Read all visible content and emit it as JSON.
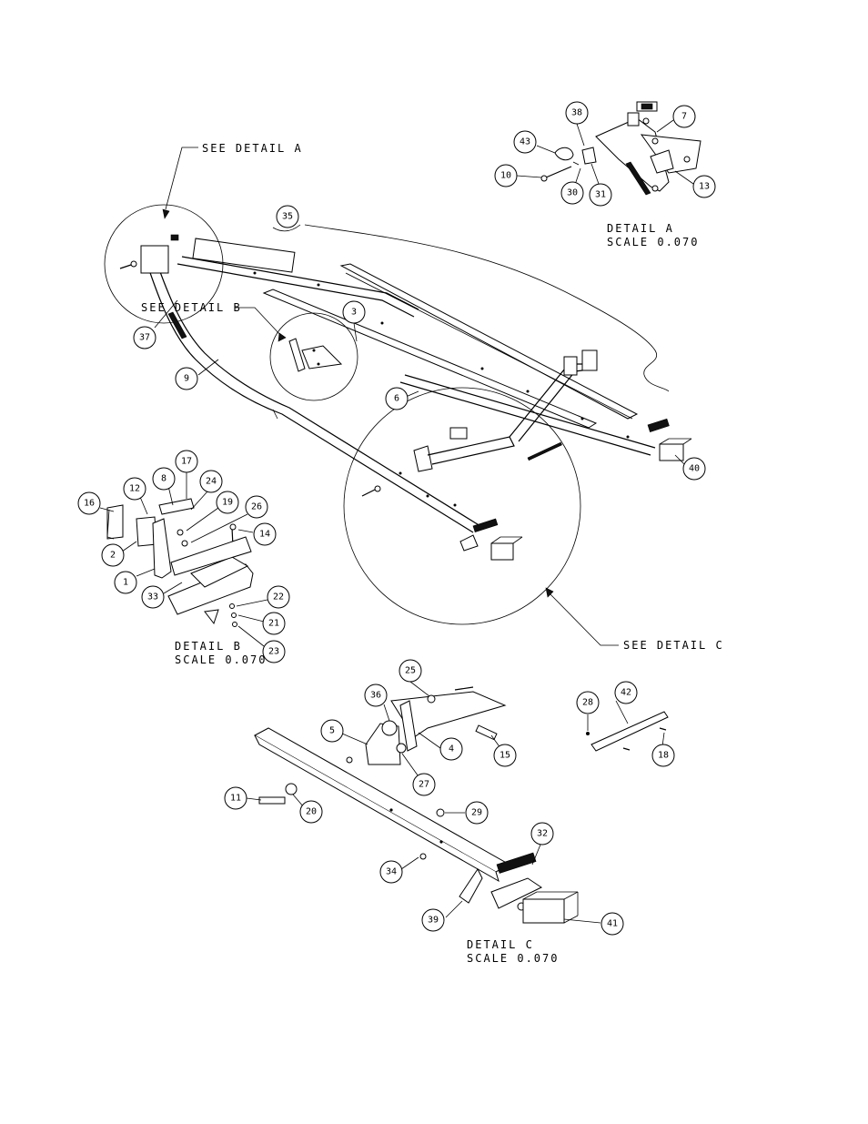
{
  "callouts": {
    "see_detail_a": "SEE DETAIL  A",
    "see_detail_b": "SEE DETAIL  B",
    "see_detail_c": "SEE DETAIL  C"
  },
  "details": {
    "a": {
      "title": "DETAIL  A",
      "scale": "SCALE  0.070"
    },
    "b": {
      "title": "DETAIL  B",
      "scale": "SCALE  0.070"
    },
    "c": {
      "title": "DETAIL  C",
      "scale": "SCALE  0.070"
    }
  },
  "balloons": {
    "main": [
      "35",
      "37",
      "3",
      "9",
      "6",
      "40"
    ],
    "detail_a": [
      "38",
      "7",
      "43",
      "10",
      "30",
      "31",
      "13"
    ],
    "detail_b": [
      "17",
      "8",
      "24",
      "12",
      "16",
      "19",
      "26",
      "14",
      "2",
      "1",
      "33",
      "22",
      "21",
      "23"
    ],
    "detail_c": [
      "25",
      "36",
      "5",
      "4",
      "15",
      "27",
      "11",
      "20",
      "29",
      "32",
      "34",
      "39",
      "41",
      "28",
      "42",
      "18"
    ]
  }
}
